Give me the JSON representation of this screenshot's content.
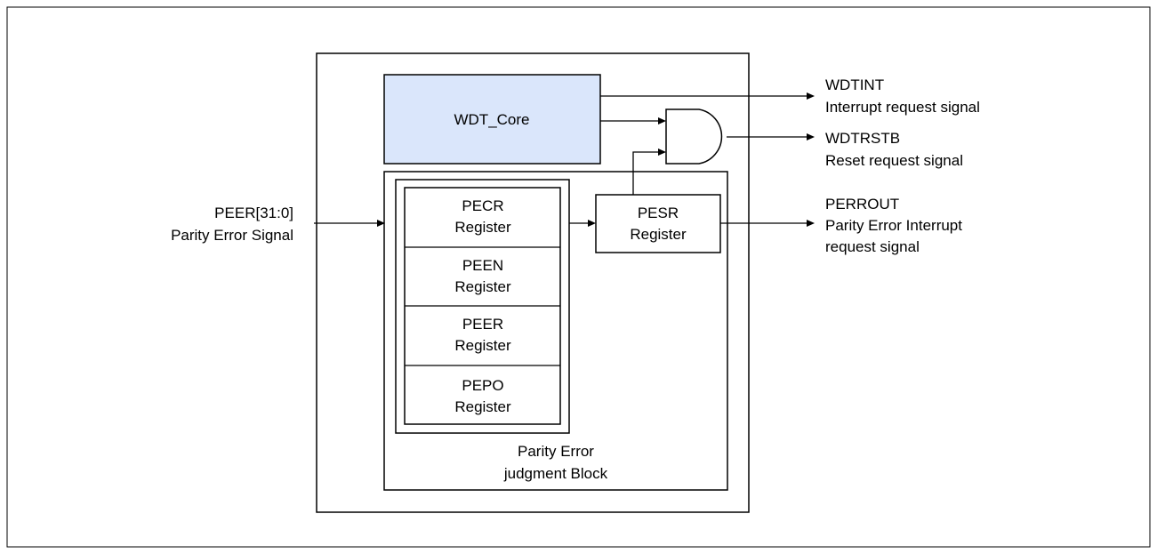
{
  "core": {
    "label": "WDT_Core",
    "fill_color": "#dae6fb"
  },
  "registers": [
    {
      "name": "PECR",
      "suffix": "Register"
    },
    {
      "name": "PEEN",
      "suffix": "Register"
    },
    {
      "name": "PEER",
      "suffix": "Register"
    },
    {
      "name": "PEPO",
      "suffix": "Register"
    }
  ],
  "status_register": {
    "name": "PESR",
    "suffix": "Register"
  },
  "judgment_block": {
    "line1": "Parity Error",
    "line2": "judgment Block"
  },
  "inputs": {
    "signal_name": "PEER[31:0]",
    "signal_desc": "Parity Error Signal"
  },
  "outputs": {
    "wdtint": {
      "name": "WDTINT",
      "desc": "Interrupt request signal"
    },
    "wdtrstb": {
      "name": "WDTRSTB",
      "desc": "Reset request signal"
    },
    "perrout": {
      "name": "PERROUT",
      "desc_line1": "Parity Error Interrupt",
      "desc_line2": "request signal"
    }
  },
  "gate": {
    "type": "AND"
  }
}
